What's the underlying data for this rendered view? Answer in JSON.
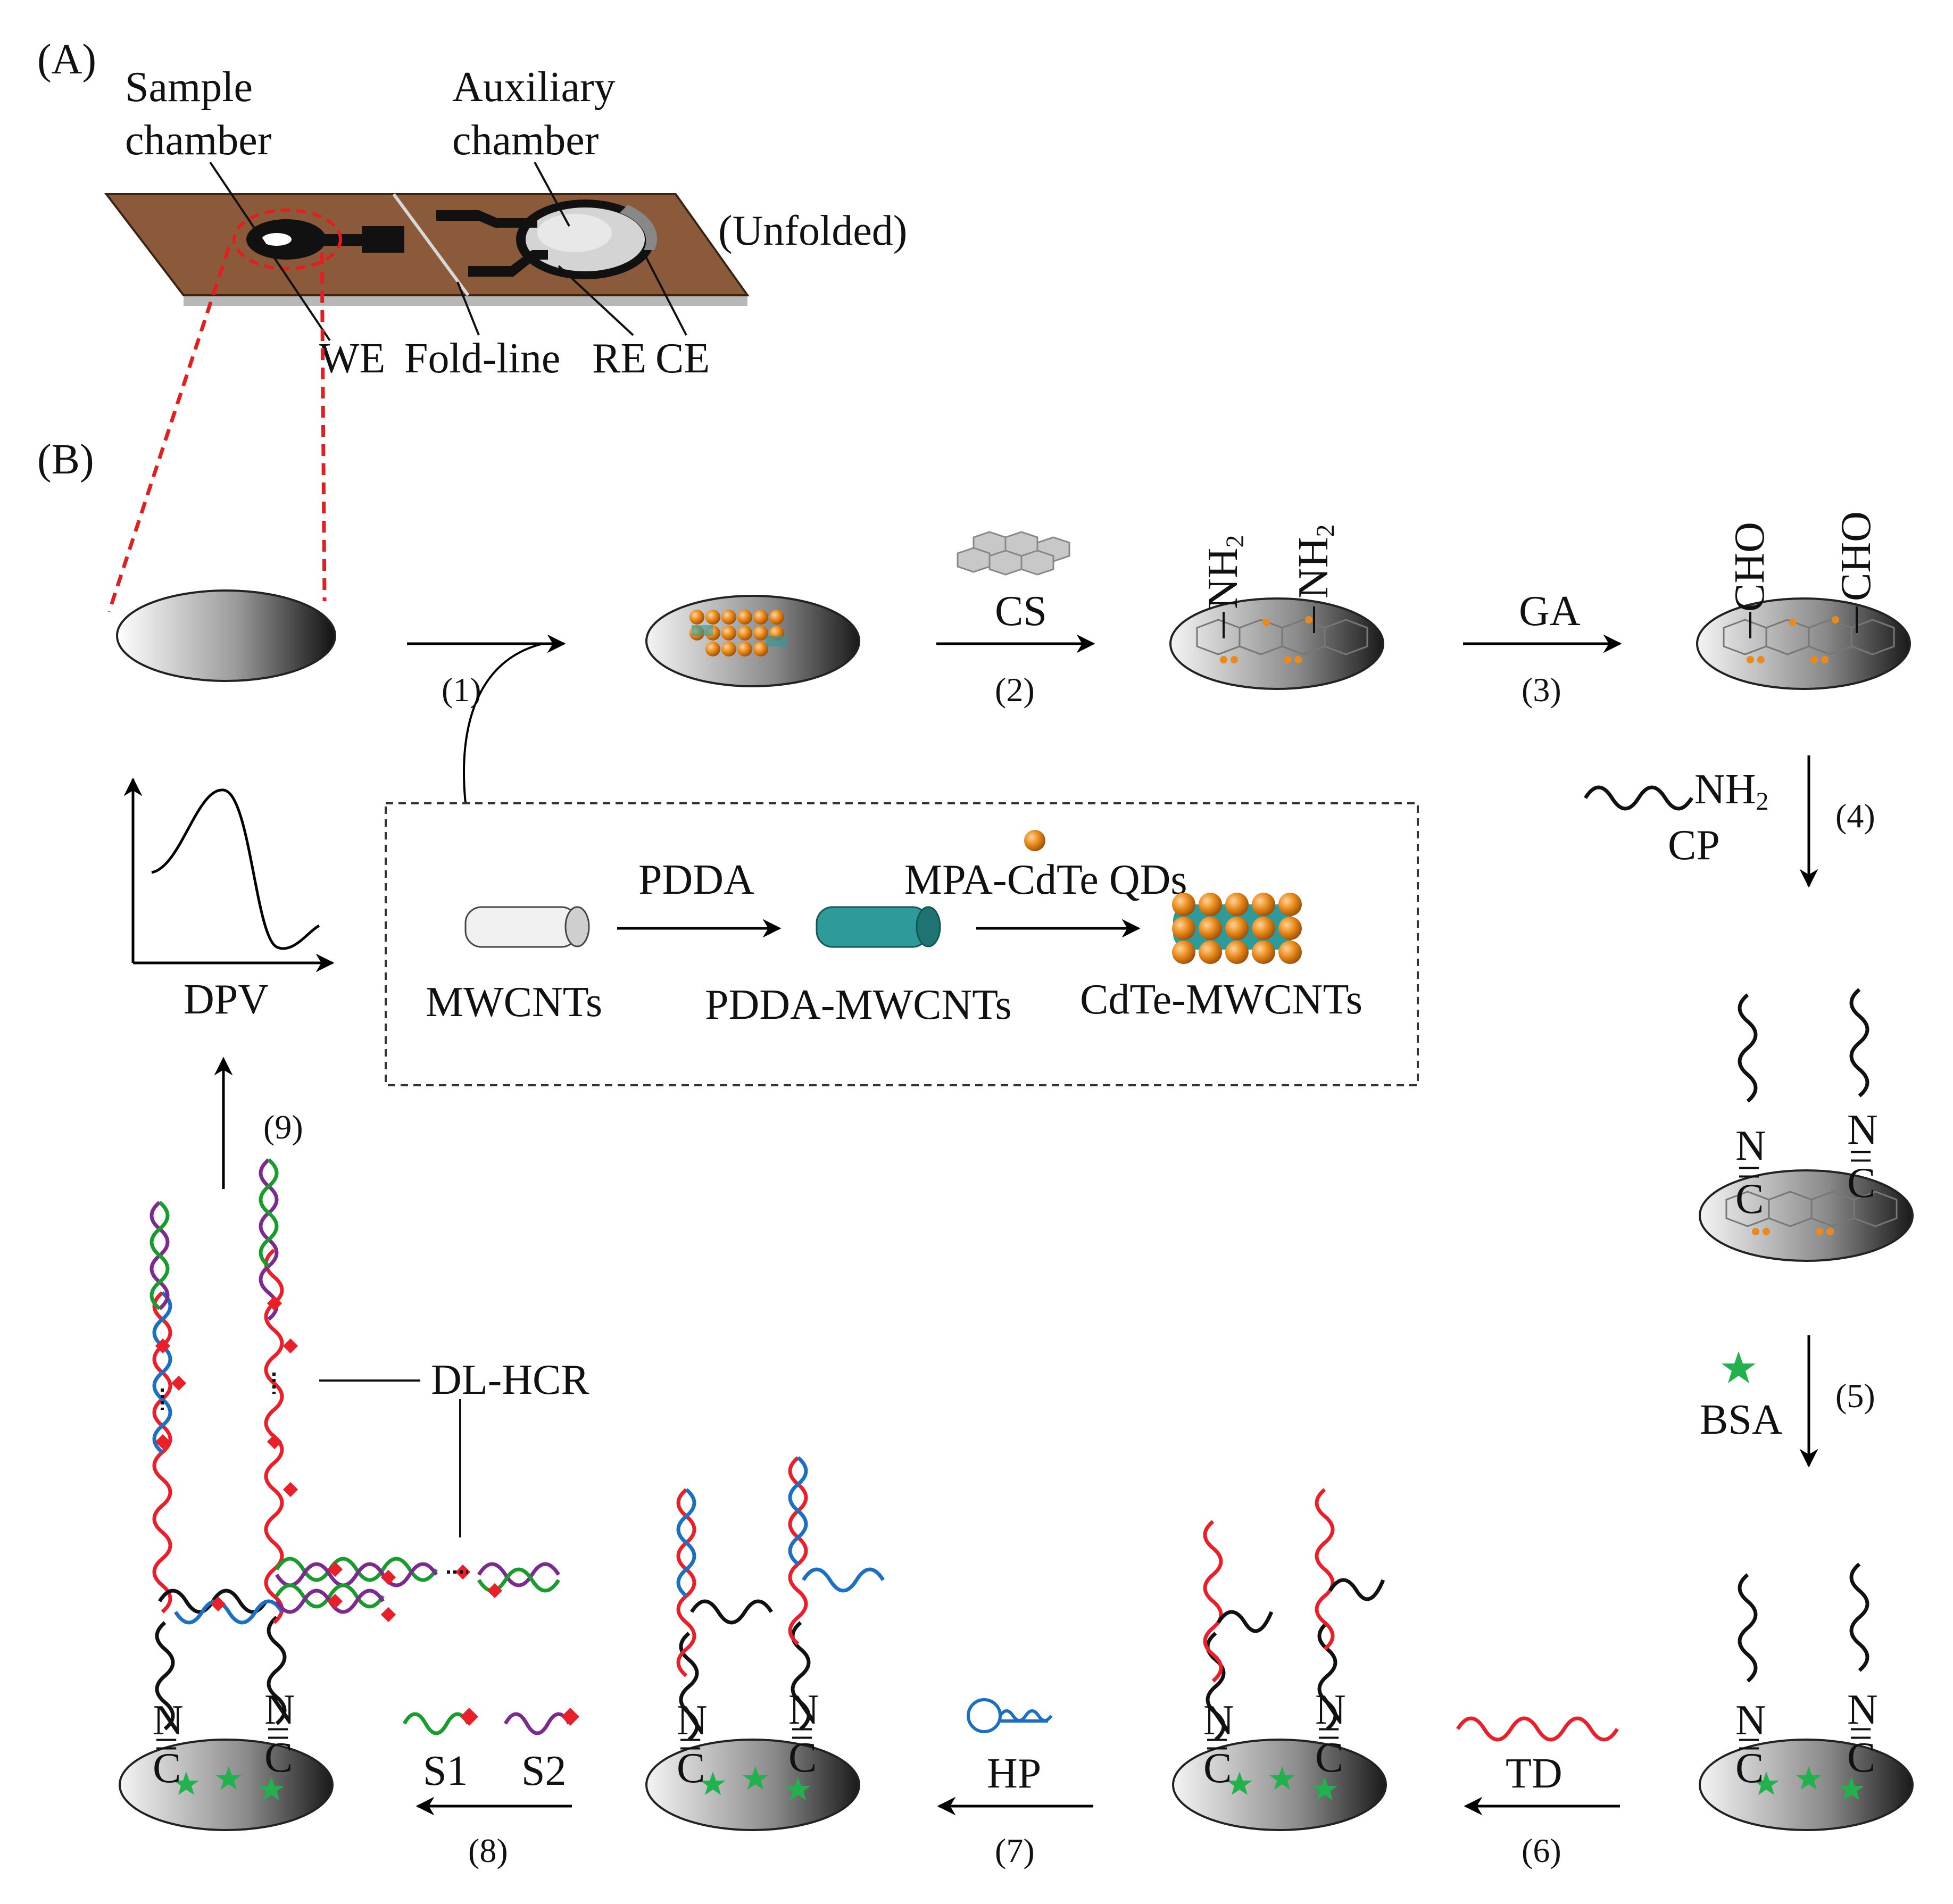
{
  "panels": {
    "a": "(A)",
    "b": "(B)"
  },
  "device": {
    "sample_chamber": [
      "Sample",
      "chamber"
    ],
    "auxiliary_chamber": [
      "Auxiliary",
      "chamber"
    ],
    "state": "(Unfolded)",
    "we": "WE",
    "fold_line": "Fold-line",
    "re": "RE",
    "ce": "CE"
  },
  "steps": [
    "(1)",
    "(2)",
    "(3)",
    "(4)",
    "(5)",
    "(6)",
    "(7)",
    "(8)",
    "(9)"
  ],
  "reagents": {
    "cs": "CS",
    "ga": "GA",
    "cp_label": "CP",
    "cp_tail": "NH",
    "bsa": "BSA",
    "td": "TD",
    "hp": "HP",
    "s1": "S1",
    "s2": "S2"
  },
  "groups": {
    "nh": "NH",
    "sub2": "2",
    "cho": "CHO",
    "n": "N",
    "c": "C",
    "dbl": "="
  },
  "inset": {
    "pdda": "PDDA",
    "qds": "MPA-CdTe QDs",
    "mwcnts": "MWCNTs",
    "pdda_mwcnts": "PDDA-MWCNTs",
    "cdte_mwcnts": "CdTe-MWCNTs"
  },
  "dpv": "DPV",
  "dlhcr": "DL-HCR",
  "colors": {
    "substrate": "#8b5a3a",
    "orange": "#e98b1c",
    "teal": "#2e9a9a",
    "red": "#e8202a",
    "blue": "#1d6fc0",
    "green": "#1a9b2e",
    "purple": "#7b2a8e",
    "diamond": "#e8202a",
    "star": "#22b14c"
  }
}
